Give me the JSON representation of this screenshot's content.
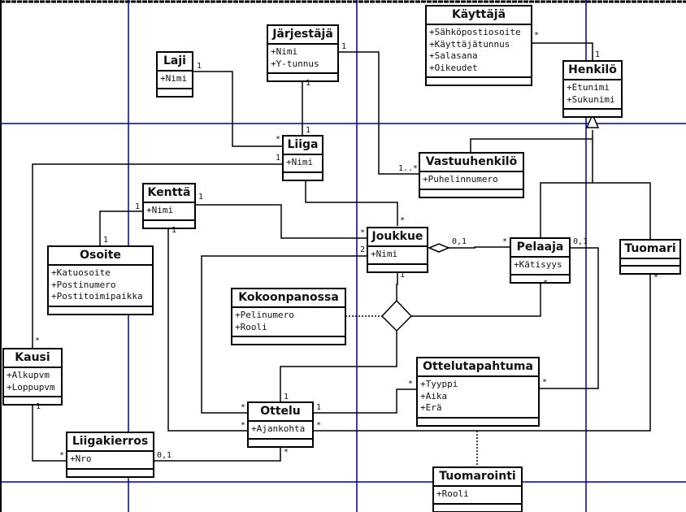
{
  "diagram": {
    "type": "UML class diagram",
    "classes": {
      "kayttaja": {
        "name": "Käyttäjä",
        "attributes": [
          "+Sähköpostiosoite",
          "+Käyttäjätunnus",
          "+Salasana",
          "+Oikeudet"
        ]
      },
      "jarjestaja": {
        "name": "Järjestäjä",
        "attributes": [
          "+Nimi",
          "+Y-tunnus"
        ]
      },
      "laji": {
        "name": "Laji",
        "attributes": [
          "+Nimi"
        ]
      },
      "henkilo": {
        "name": "Henkilö",
        "attributes": [
          "+Etunimi",
          "+Sukunimi"
        ]
      },
      "liiga": {
        "name": "Liiga",
        "attributes": [
          "+Nimi"
        ]
      },
      "vastuuhenkilo": {
        "name": "Vastuuhenkilö",
        "attributes": [
          "+Puhelinnumero"
        ]
      },
      "kentta": {
        "name": "Kenttä",
        "attributes": [
          "+Nimi"
        ]
      },
      "joukkue": {
        "name": "Joukkue",
        "attributes": [
          "+Nimi"
        ]
      },
      "pelaaja": {
        "name": "Pelaaja",
        "attributes": [
          "+Kätisyys"
        ]
      },
      "tuomari": {
        "name": "Tuomari",
        "attributes": []
      },
      "osoite": {
        "name": "Osoite",
        "attributes": [
          "+Katuosoite",
          "+Postinumero",
          "+Postitoimipaikka"
        ]
      },
      "kokoonpanossa": {
        "name": "Kokoonpanossa",
        "attributes": [
          "+Pelinumero",
          "+Rooli"
        ]
      },
      "kausi": {
        "name": "Kausi",
        "attributes": [
          "+Alkupvm",
          "+Loppupvm"
        ]
      },
      "ottelutapahtuma": {
        "name": "Ottelutapahtuma",
        "attributes": [
          "+Tyyppi",
          "+Aika",
          "+Erä"
        ]
      },
      "ottelu": {
        "name": "Ottelu",
        "attributes": [
          "+Ajankohta"
        ]
      },
      "liigakierros": {
        "name": "Liigakierros",
        "attributes": [
          "+Nro"
        ]
      },
      "tuomarointi": {
        "name": "Tuomarointi",
        "attributes": [
          "+Rooli"
        ]
      }
    },
    "multiplicities": {
      "kayttaja_henkilo_a": "*",
      "kayttaja_henkilo_b": "1",
      "laji_liiga_a": "1",
      "laji_liiga_b": "*",
      "jarjestaja_liiga_a": "1",
      "jarjestaja_liiga_b": "1",
      "jarjestaja_vastuu_a": "1",
      "jarjestaja_vastuu_b": "1..*",
      "liiga_kausi_a": "1",
      "liiga_kausi_b": "*",
      "liiga_joukkue_b": "*",
      "kentta_osoite_a": "1",
      "kentta_osoite_b": "1",
      "kentta_joukkue_a": "1",
      "kentta_joukkue_b": "*",
      "kentta_ottelu_a": "1",
      "joukkue_ottelu_a": "2",
      "joukkue_pelaaja_a": "0,1",
      "joukkue_pelaaja_b": "*",
      "joukkue_kok_a": "1",
      "pelaaja_kok": "*",
      "pelaaja_ote": "0,1",
      "ote_pelaaja": "*",
      "ottelu_kok": "1",
      "ottelu_ote_a": "1",
      "ottelu_ote_b": "*",
      "ottelu_left_a": "*",
      "ottelu_left_b": "*",
      "ottelu_tuomari": "*",
      "tuomari_ottelu": "*",
      "kausi_kierros_a": "1",
      "kausi_kierros_b": "*",
      "kierros_ottelu_a": "0,1",
      "kierros_ottelu_b": "*"
    }
  }
}
